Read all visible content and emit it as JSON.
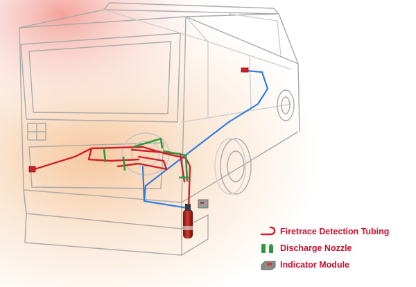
{
  "legend": {
    "items": [
      {
        "label": "Firetrace Detection Tubing",
        "icon": "detection-tubing-icon"
      },
      {
        "label": "Discharge Nozzle",
        "icon": "discharge-nozzle-icon"
      },
      {
        "label": "Indicator Module",
        "icon": "indicator-module-icon"
      }
    ]
  },
  "colors": {
    "detection_tubing": "#d21f2b",
    "discharge_piping": "#2f7de1",
    "nozzle": "#2e9a3e",
    "indicator": "#8a8a8a",
    "outline": "#b0b0b0",
    "cylinder": "#b32020"
  }
}
